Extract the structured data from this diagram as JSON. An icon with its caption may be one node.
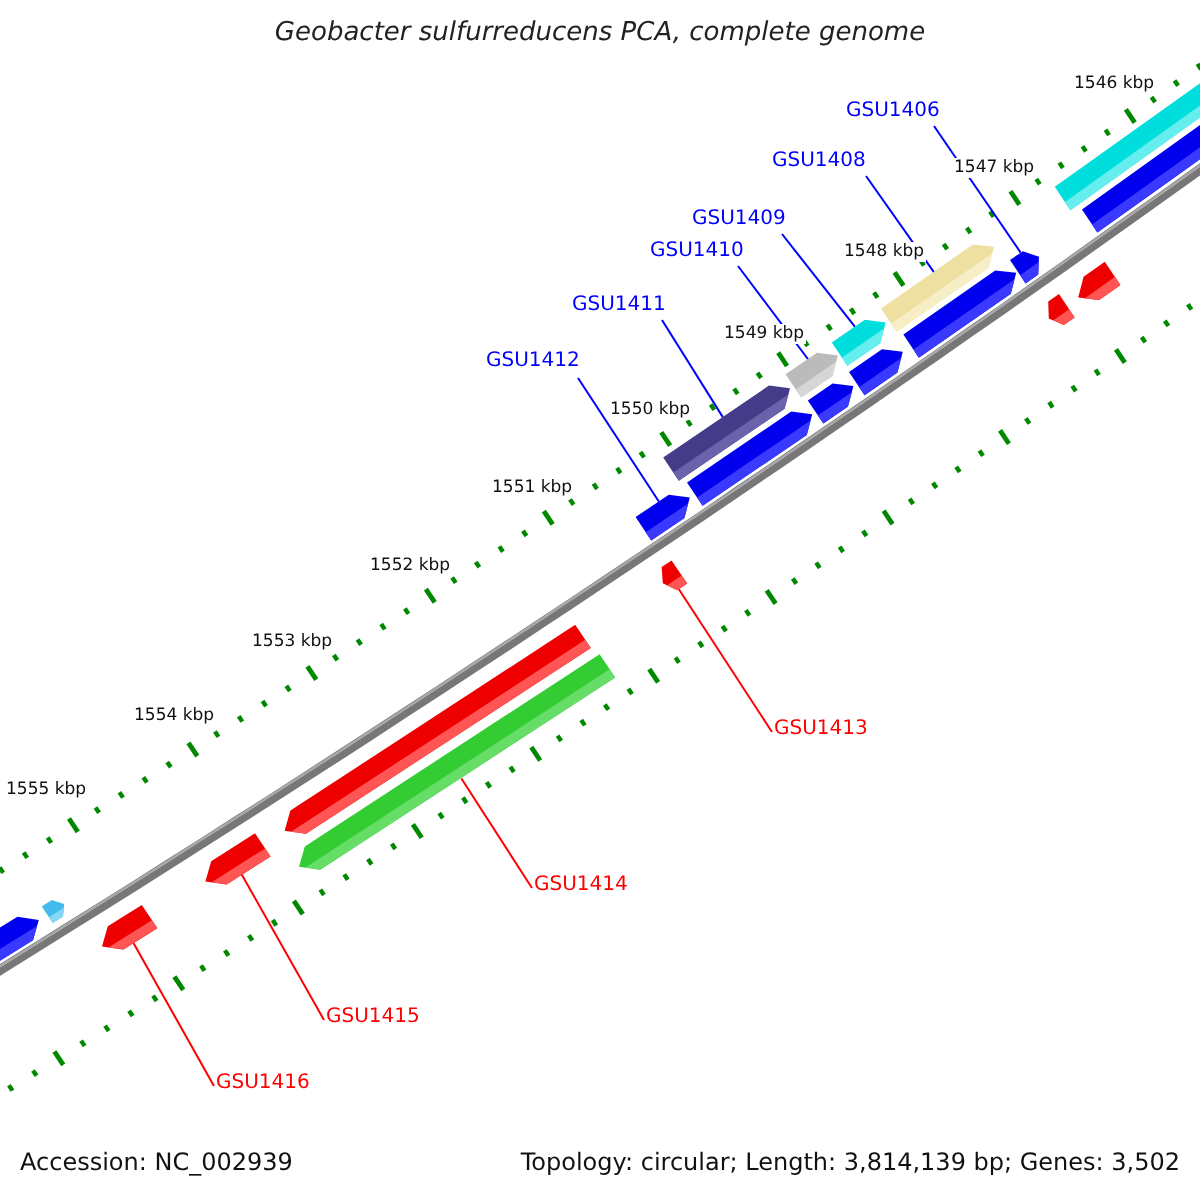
{
  "diagram": {
    "title": "Geobacter sulfurreducens PCA, complete genome",
    "nodes": [
      {
        "text": [
          "GSU1406"
        ]
      },
      {
        "text": [
          "GSU1408"
        ]
      },
      {
        "text": [
          "GSU1409"
        ]
      },
      {
        "text": [
          "GSU1410"
        ]
      },
      {
        "text": [
          "GSU1411"
        ]
      },
      {
        "text": [
          "GSU1412"
        ]
      },
      {
        "text": [
          "GSU1413"
        ]
      },
      {
        "text": [
          "GSU1414"
        ]
      },
      {
        "text": [
          "GSU1415"
        ]
      },
      {
        "text": [
          "GSU1416"
        ]
      },
      {
        "text": [],
        "shape": "arrow"
      },
      {
        "text": [],
        "shape": "arrow"
      },
      {
        "text": [],
        "shape": "arrow"
      },
      {
        "text": [],
        "shape": "arrow"
      },
      {
        "text": [],
        "shape": "arrow"
      },
      {
        "text": [],
        "shape": "arrow"
      },
      {
        "text": [],
        "shape": "arrow"
      },
      {
        "text": [],
        "shape": "arrow"
      },
      {
        "text": [],
        "shape": "arrow"
      },
      {
        "text": [],
        "shape": "arrow"
      },
      {
        "text": [],
        "shape": "arrow"
      },
      {
        "text": [],
        "shape": "arrow"
      },
      {
        "text": [],
        "shape": "arrow"
      },
      {
        "text": [],
        "shape": "arrow"
      },
      {
        "text": [],
        "shape": "arrow"
      },
      {
        "text": [],
        "shape": "arrow"
      },
      {
        "text": [],
        "shape": "arrow"
      },
      {
        "text": [],
        "shape": "arrow"
      },
      {
        "text": [],
        "shape": "arrow"
      },
      {
        "text": [],
        "shape": "arrow"
      },
      {
        "text": [],
        "shape": "arrow"
      }
    ],
    "edges": [
      {
        "from": 0,
        "to": 26,
        "arrow": "none"
      },
      {
        "from": 1,
        "to": 24,
        "arrow": "none"
      },
      {
        "from": 2,
        "to": 23,
        "arrow": "none"
      },
      {
        "from": 3,
        "to": 20,
        "arrow": "none"
      },
      {
        "from": 4,
        "to": 18,
        "arrow": "none"
      },
      {
        "from": 5,
        "to": 17,
        "arrow": "none"
      },
      {
        "from": 6,
        "to": 16,
        "arrow": "none",
        "color": "#ff0000"
      },
      {
        "from": 7,
        "to": 14,
        "arrow": "none",
        "color": "#ff0000"
      },
      {
        "from": 8,
        "to": 13,
        "arrow": "none",
        "color": "#ff0000"
      },
      {
        "from": 9,
        "to": 12,
        "arrow": "none",
        "color": "#ff0000"
      }
    ],
    "labels": [
      "1546 kbp",
      "1547 kbp",
      "1548 kbp",
      "1549 kbp",
      "1550 kbp",
      "1551 kbp",
      "1552 kbp",
      "1553 kbp",
      "1554 kbp",
      "1555 kbp",
      "Accession: NC_002939",
      "Topology: circular; Length: 3,814,139 bp; Genes: 3,502"
    ]
  }
}
